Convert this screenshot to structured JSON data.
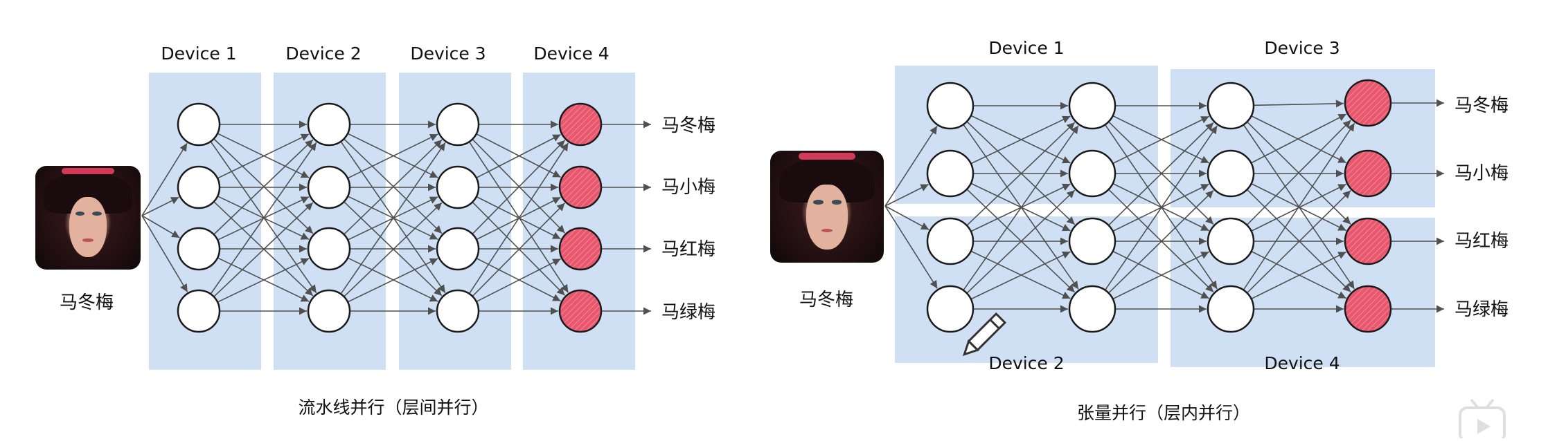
{
  "pipeline": {
    "devices": [
      "Device 1",
      "Device 2",
      "Device 3",
      "Device 4"
    ],
    "input_label": "马冬梅",
    "outputs": [
      "马冬梅",
      "马小梅",
      "马红梅",
      "马绿梅"
    ],
    "caption": "流水线并行（层间并行）"
  },
  "tensor": {
    "devices": [
      "Device 1",
      "Device 2",
      "Device 3",
      "Device 4"
    ],
    "input_label": "马冬梅",
    "outputs": [
      "马冬梅",
      "马小梅",
      "马红梅",
      "马绿梅"
    ],
    "caption": "张量并行（层内并行）"
  },
  "colors": {
    "device_fill": "#cfe0f4",
    "edge": "#505050",
    "output_node": "#e8576e"
  },
  "icons": [
    "portrait-photo",
    "pencil-icon",
    "bilibili-tv-icon"
  ]
}
